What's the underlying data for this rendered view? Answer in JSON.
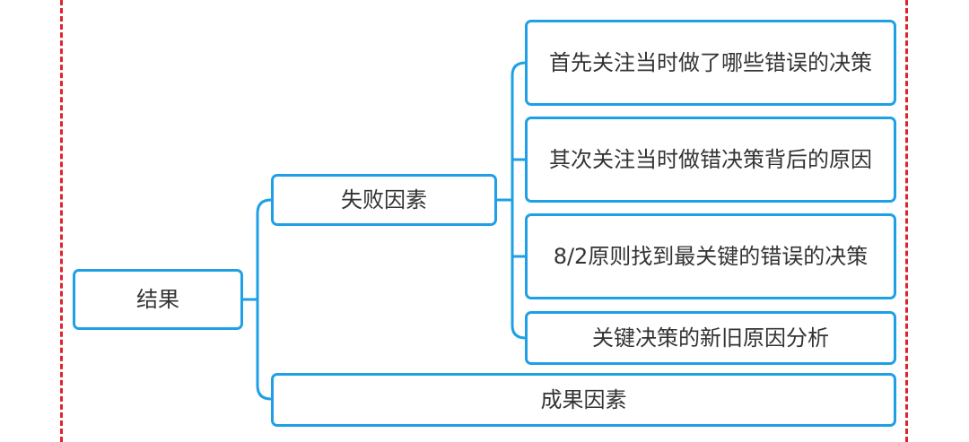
{
  "root": {
    "label": "结果"
  },
  "branches": [
    {
      "label": "失败因素",
      "children": [
        {
          "label": "首先关注当时做了哪些错误的决策"
        },
        {
          "label": "其次关注当时做错决策背后的原因"
        },
        {
          "label": "8/2原则找到最关键的错误的决策"
        },
        {
          "label": "关键决策的新旧原因分析"
        }
      ]
    },
    {
      "label": "成果因素"
    }
  ],
  "colors": {
    "node_border": "#1ea0e6",
    "connector": "#1ea0e6",
    "frame_dash": "#e0242b",
    "text": "#333333"
  }
}
